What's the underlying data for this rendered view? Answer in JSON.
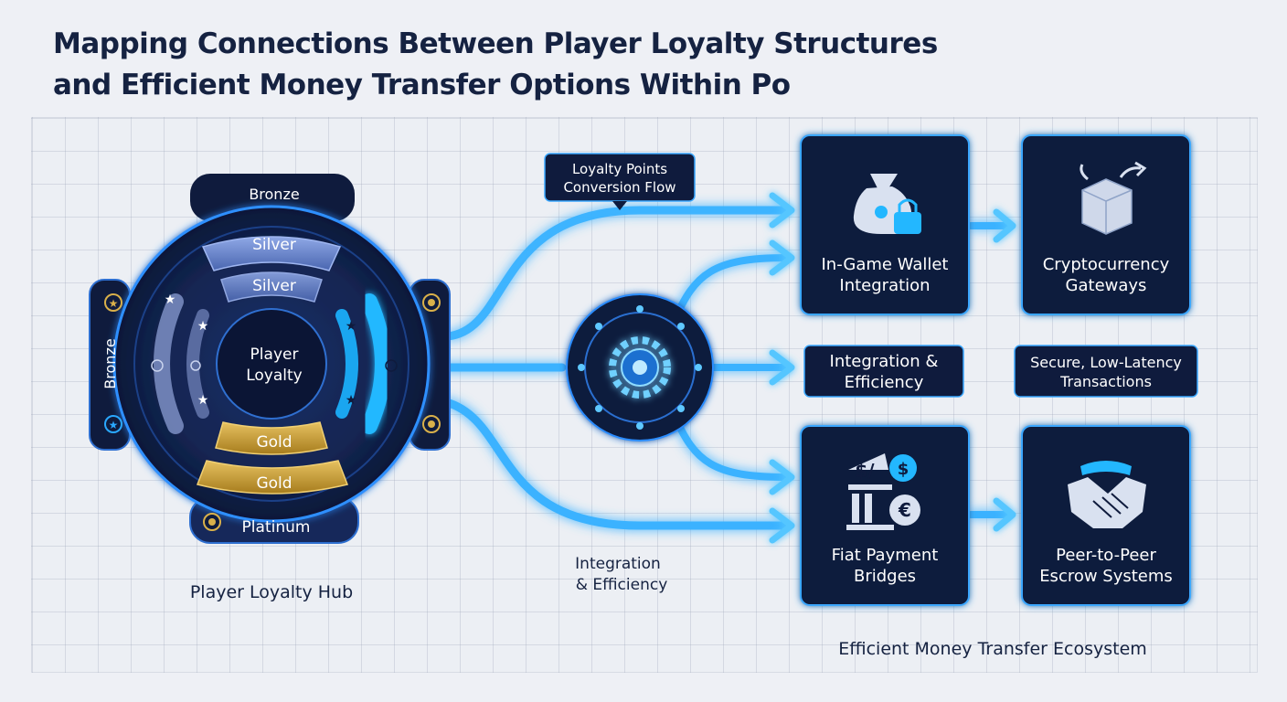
{
  "title": {
    "line1": "Mapping Connections Between Player Loyalty Structures",
    "line2": "and Efficient Money Transfer Options Within Po"
  },
  "hub": {
    "caption": "Player Loyalty Hub",
    "center_line1": "Player",
    "center_line2": "Loyalty",
    "tiers": {
      "top": "Bronze",
      "silver_outer": "Silver",
      "silver_inner": "Silver",
      "gold_inner": "Gold",
      "gold_outer": "Gold",
      "bottom": "Platinum",
      "left": "Bronze"
    },
    "icons": [
      "star-icon",
      "medal-icon",
      "coin-icon"
    ]
  },
  "flow": {
    "callout_line1": "Loyalty Points",
    "callout_line2": "Conversion Flow",
    "integration_line1": "Integration",
    "integration_line2": "& Efficiency",
    "engine_icon": "gear-icon"
  },
  "middle_labels": {
    "integration_line1": "Integration &",
    "integration_line2": "Efficiency",
    "secure_line1": "Secure, Low-Latency",
    "secure_line2": "Transactions"
  },
  "nodes": {
    "wallet": {
      "line1": "In-Game Wallet",
      "line2": "Integration",
      "icon": "money-bag-lock-icon"
    },
    "crypto": {
      "line1": "Cryptocurrency",
      "line2": "Gateways",
      "icon": "crypto-box-icon"
    },
    "fiat": {
      "line1": "Fiat Payment",
      "line2": "Bridges",
      "icon": "bank-currency-icon"
    },
    "escrow": {
      "line1": "Peer-to-Peer",
      "line2": "Escrow Systems",
      "icon": "handshake-shield-icon"
    }
  },
  "ecosystem_caption": "Efficient Money Transfer Ecosystem",
  "colors": {
    "title": "#152241",
    "node_fill": "#0f1b3d",
    "node_glow": "#3aa7ff",
    "arrow": "#33b4ff",
    "silver": "#5d7cc7",
    "gold": "#c89a2a"
  }
}
